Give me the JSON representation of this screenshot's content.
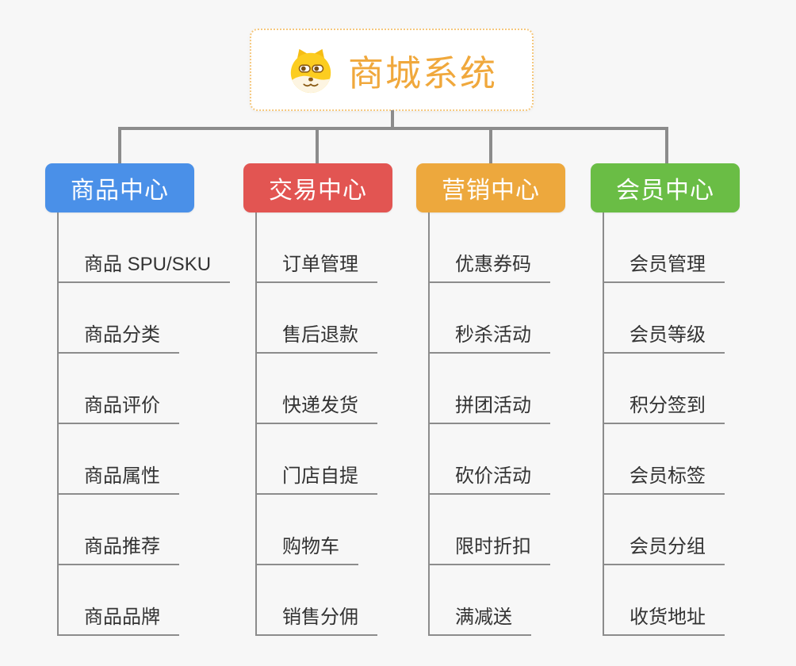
{
  "root": {
    "label": "商城系统",
    "icon": "doge-icon"
  },
  "colors": {
    "background": "#f7f7f7",
    "root_text": "#f0a83c",
    "root_border": "#f5c87e",
    "connector": "#8c8c8c",
    "leaf_text": "#333333",
    "branch_product": "#4a90e8",
    "branch_trade": "#e25552",
    "branch_marketing": "#eda83d",
    "branch_member": "#6abd45"
  },
  "branches": [
    {
      "label": "商品中心",
      "color": "#4a90e8",
      "items": [
        "商品 SPU/SKU",
        "商品分类",
        "商品评价",
        "商品属性",
        "商品推荐",
        "商品品牌"
      ]
    },
    {
      "label": "交易中心",
      "color": "#e25552",
      "items": [
        "订单管理",
        "售后退款",
        "快递发货",
        "门店自提",
        "购物车",
        "销售分佣"
      ]
    },
    {
      "label": "营销中心",
      "color": "#eda83d",
      "items": [
        "优惠券码",
        "秒杀活动",
        "拼团活动",
        "砍价活动",
        "限时折扣",
        "满减送"
      ]
    },
    {
      "label": "会员中心",
      "color": "#6abd45",
      "items": [
        "会员管理",
        "会员等级",
        "积分签到",
        "会员标签",
        "会员分组",
        "收货地址"
      ]
    }
  ]
}
